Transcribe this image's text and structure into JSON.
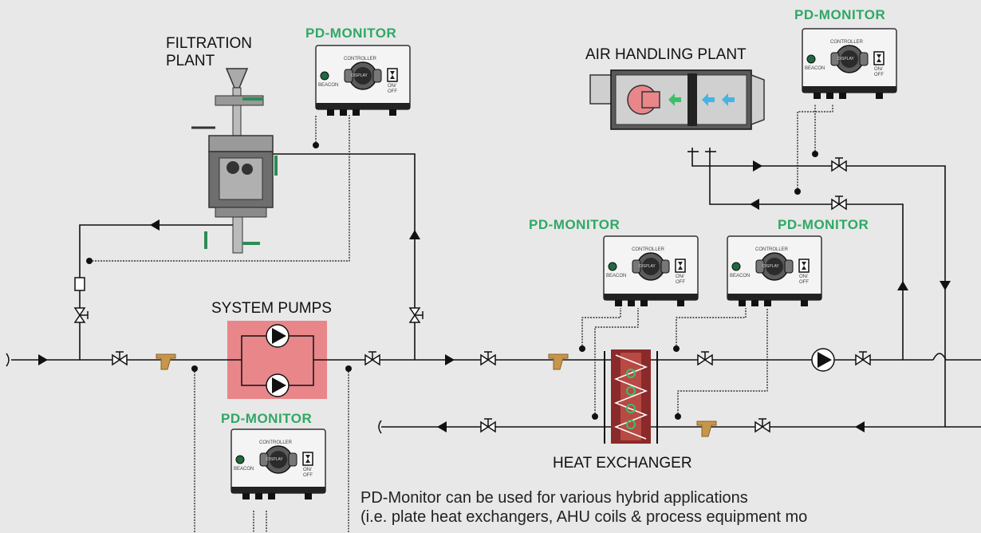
{
  "labels": {
    "filtration_line1": "FILTRATION",
    "filtration_line2": "PLANT",
    "air_handling": "AIR HANDLING PLANT",
    "system_pumps": "SYSTEM PUMPS",
    "heat_exchanger": "HEAT EXCHANGER"
  },
  "monitors": [
    {
      "id": "filtration",
      "title": "PD-MONITOR"
    },
    {
      "id": "ahu",
      "title": "PD-MONITOR"
    },
    {
      "id": "hx-left",
      "title": "PD-MONITOR"
    },
    {
      "id": "hx-right",
      "title": "PD-MONITOR"
    },
    {
      "id": "pumps",
      "title": "PD-MONITOR"
    }
  ],
  "controller": {
    "title": "CONTROLLER",
    "display": "DISPLAY",
    "beacon": "BEACON",
    "switch_line1": "ON/",
    "switch_line2": "OFF"
  },
  "caption": {
    "line1": "PD-Monitor can be used for various hybrid applications",
    "line2": "(i.e. plate heat exchangers, AHU coils & process equipment mo"
  },
  "colors": {
    "background": "#e8e8e8",
    "accent_green": "#2fa865",
    "pump_box": "#e8868a",
    "heat_exchanger": "#8b2a2a",
    "strainer": "#c8964a",
    "pipe": "#111111"
  }
}
